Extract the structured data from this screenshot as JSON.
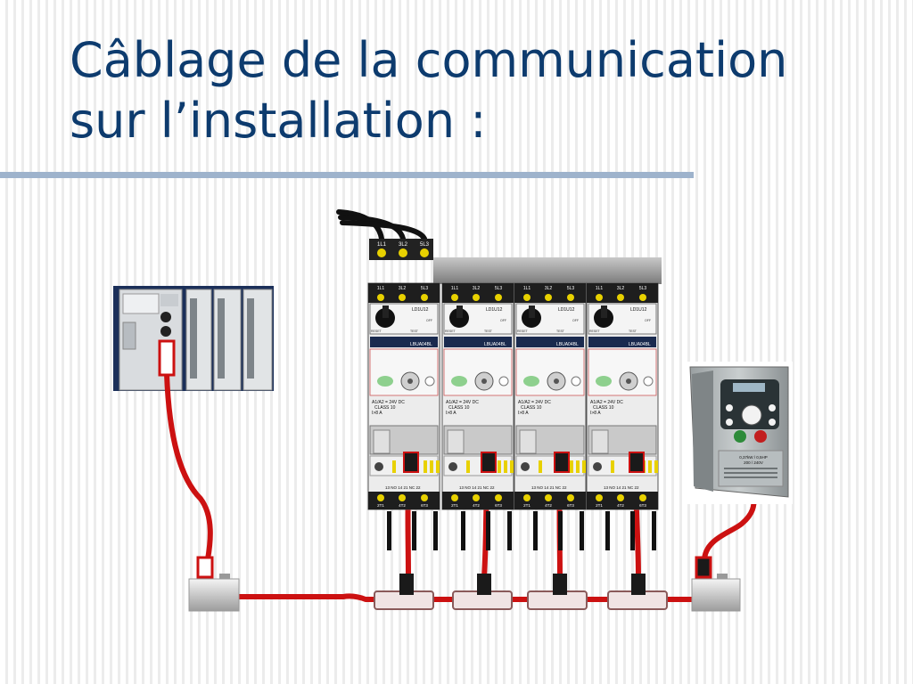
{
  "slide": {
    "title_line1": "Câblage de la communication",
    "title_line2": "sur l’installation :"
  },
  "colors": {
    "title": "#0d3b6e",
    "rule": "#9eb3cc",
    "cable": "#cc1111",
    "terminal_yellow": "#e8d100",
    "connector": "#1a1a1a"
  },
  "icons": [
    "plc-icon",
    "contactor-icon",
    "drive-icon",
    "tap-junction-icon",
    "terminator-icon"
  ],
  "power_block": {
    "terminals": [
      "1L1",
      "3L2",
      "5L3"
    ]
  },
  "starter": {
    "top_terminals": [
      "1L1",
      "3L2",
      "5L3"
    ],
    "breaker_label": "LD1U12",
    "btn_reset": "RESET",
    "btn_test": "TEST",
    "btn_off": "OFF",
    "control_unit": "LBUA04BL",
    "coil_line": "A1/A2 = 24V DC",
    "class_line": "CLASS 10",
    "current_line": "I>8 A",
    "aux_line": "13 NO 14  21 NC 22",
    "bottom_terminals": [
      "2T1",
      "4T2",
      "6T3"
    ]
  },
  "drive": {
    "model": "0,37kW / 0,5HP",
    "voltage": "200 / 240V"
  }
}
